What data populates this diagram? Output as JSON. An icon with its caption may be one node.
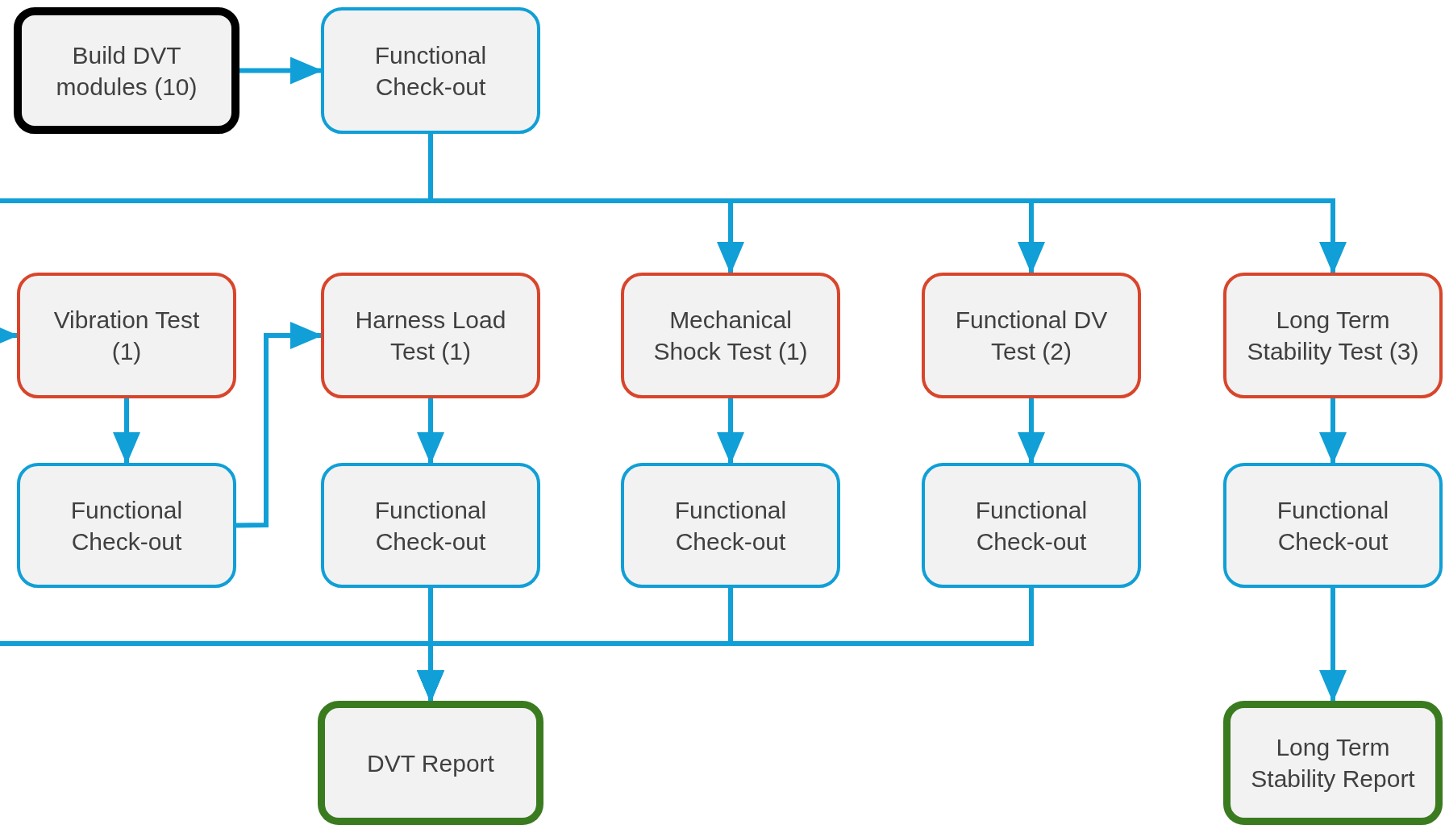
{
  "diagram": {
    "nodes": [
      {
        "text": [
          "Build DVT modules (10)"
        ]
      },
      {
        "text": [
          "Functional Check-out"
        ]
      },
      {
        "text": [
          "Vibration Test (1)"
        ]
      },
      {
        "text": [
          "Harness Load Test (1)"
        ]
      },
      {
        "text": [
          "Mechanical Shock Test (1)"
        ]
      },
      {
        "text": [
          "Functional DV Test (2)"
        ]
      },
      {
        "text": [
          "Long Term Stability Test (3)"
        ]
      },
      {
        "text": [
          "Functional Check-out"
        ]
      },
      {
        "text": [
          "Functional Check-out"
        ]
      },
      {
        "text": [
          "Functional Check-out"
        ]
      },
      {
        "text": [
          "Functional Check-out"
        ]
      },
      {
        "text": [
          "Functional Check-out"
        ]
      },
      {
        "text": [
          "DVT Report"
        ]
      },
      {
        "text": [
          "Long Term Stability Report"
        ]
      }
    ],
    "edges": [
      {
        "from": 0,
        "to": 1,
        "arrow": "to"
      },
      {
        "from": 1,
        "to": null,
        "arrow": "none"
      },
      {
        "from": null,
        "to": 2,
        "arrow": "to"
      },
      {
        "from": 1,
        "to": 4,
        "arrow": "to"
      },
      {
        "from": 1,
        "to": 5,
        "arrow": "to"
      },
      {
        "from": 1,
        "to": 6,
        "arrow": "to"
      },
      {
        "from": 2,
        "to": 7,
        "arrow": "to"
      },
      {
        "from": 3,
        "to": 8,
        "arrow": "to"
      },
      {
        "from": 4,
        "to": 9,
        "arrow": "to"
      },
      {
        "from": 5,
        "to": 10,
        "arrow": "to"
      },
      {
        "from": 6,
        "to": 11,
        "arrow": "to"
      },
      {
        "from": 7,
        "to": 3,
        "arrow": "to"
      },
      {
        "from": 8,
        "to": 12,
        "arrow": "to"
      },
      {
        "from": 9,
        "to": 12,
        "arrow": "to"
      },
      {
        "from": 10,
        "to": 12,
        "arrow": "to"
      },
      {
        "from": null,
        "to": 12,
        "arrow": "to"
      },
      {
        "from": 11,
        "to": 13,
        "arrow": "to"
      }
    ]
  }
}
